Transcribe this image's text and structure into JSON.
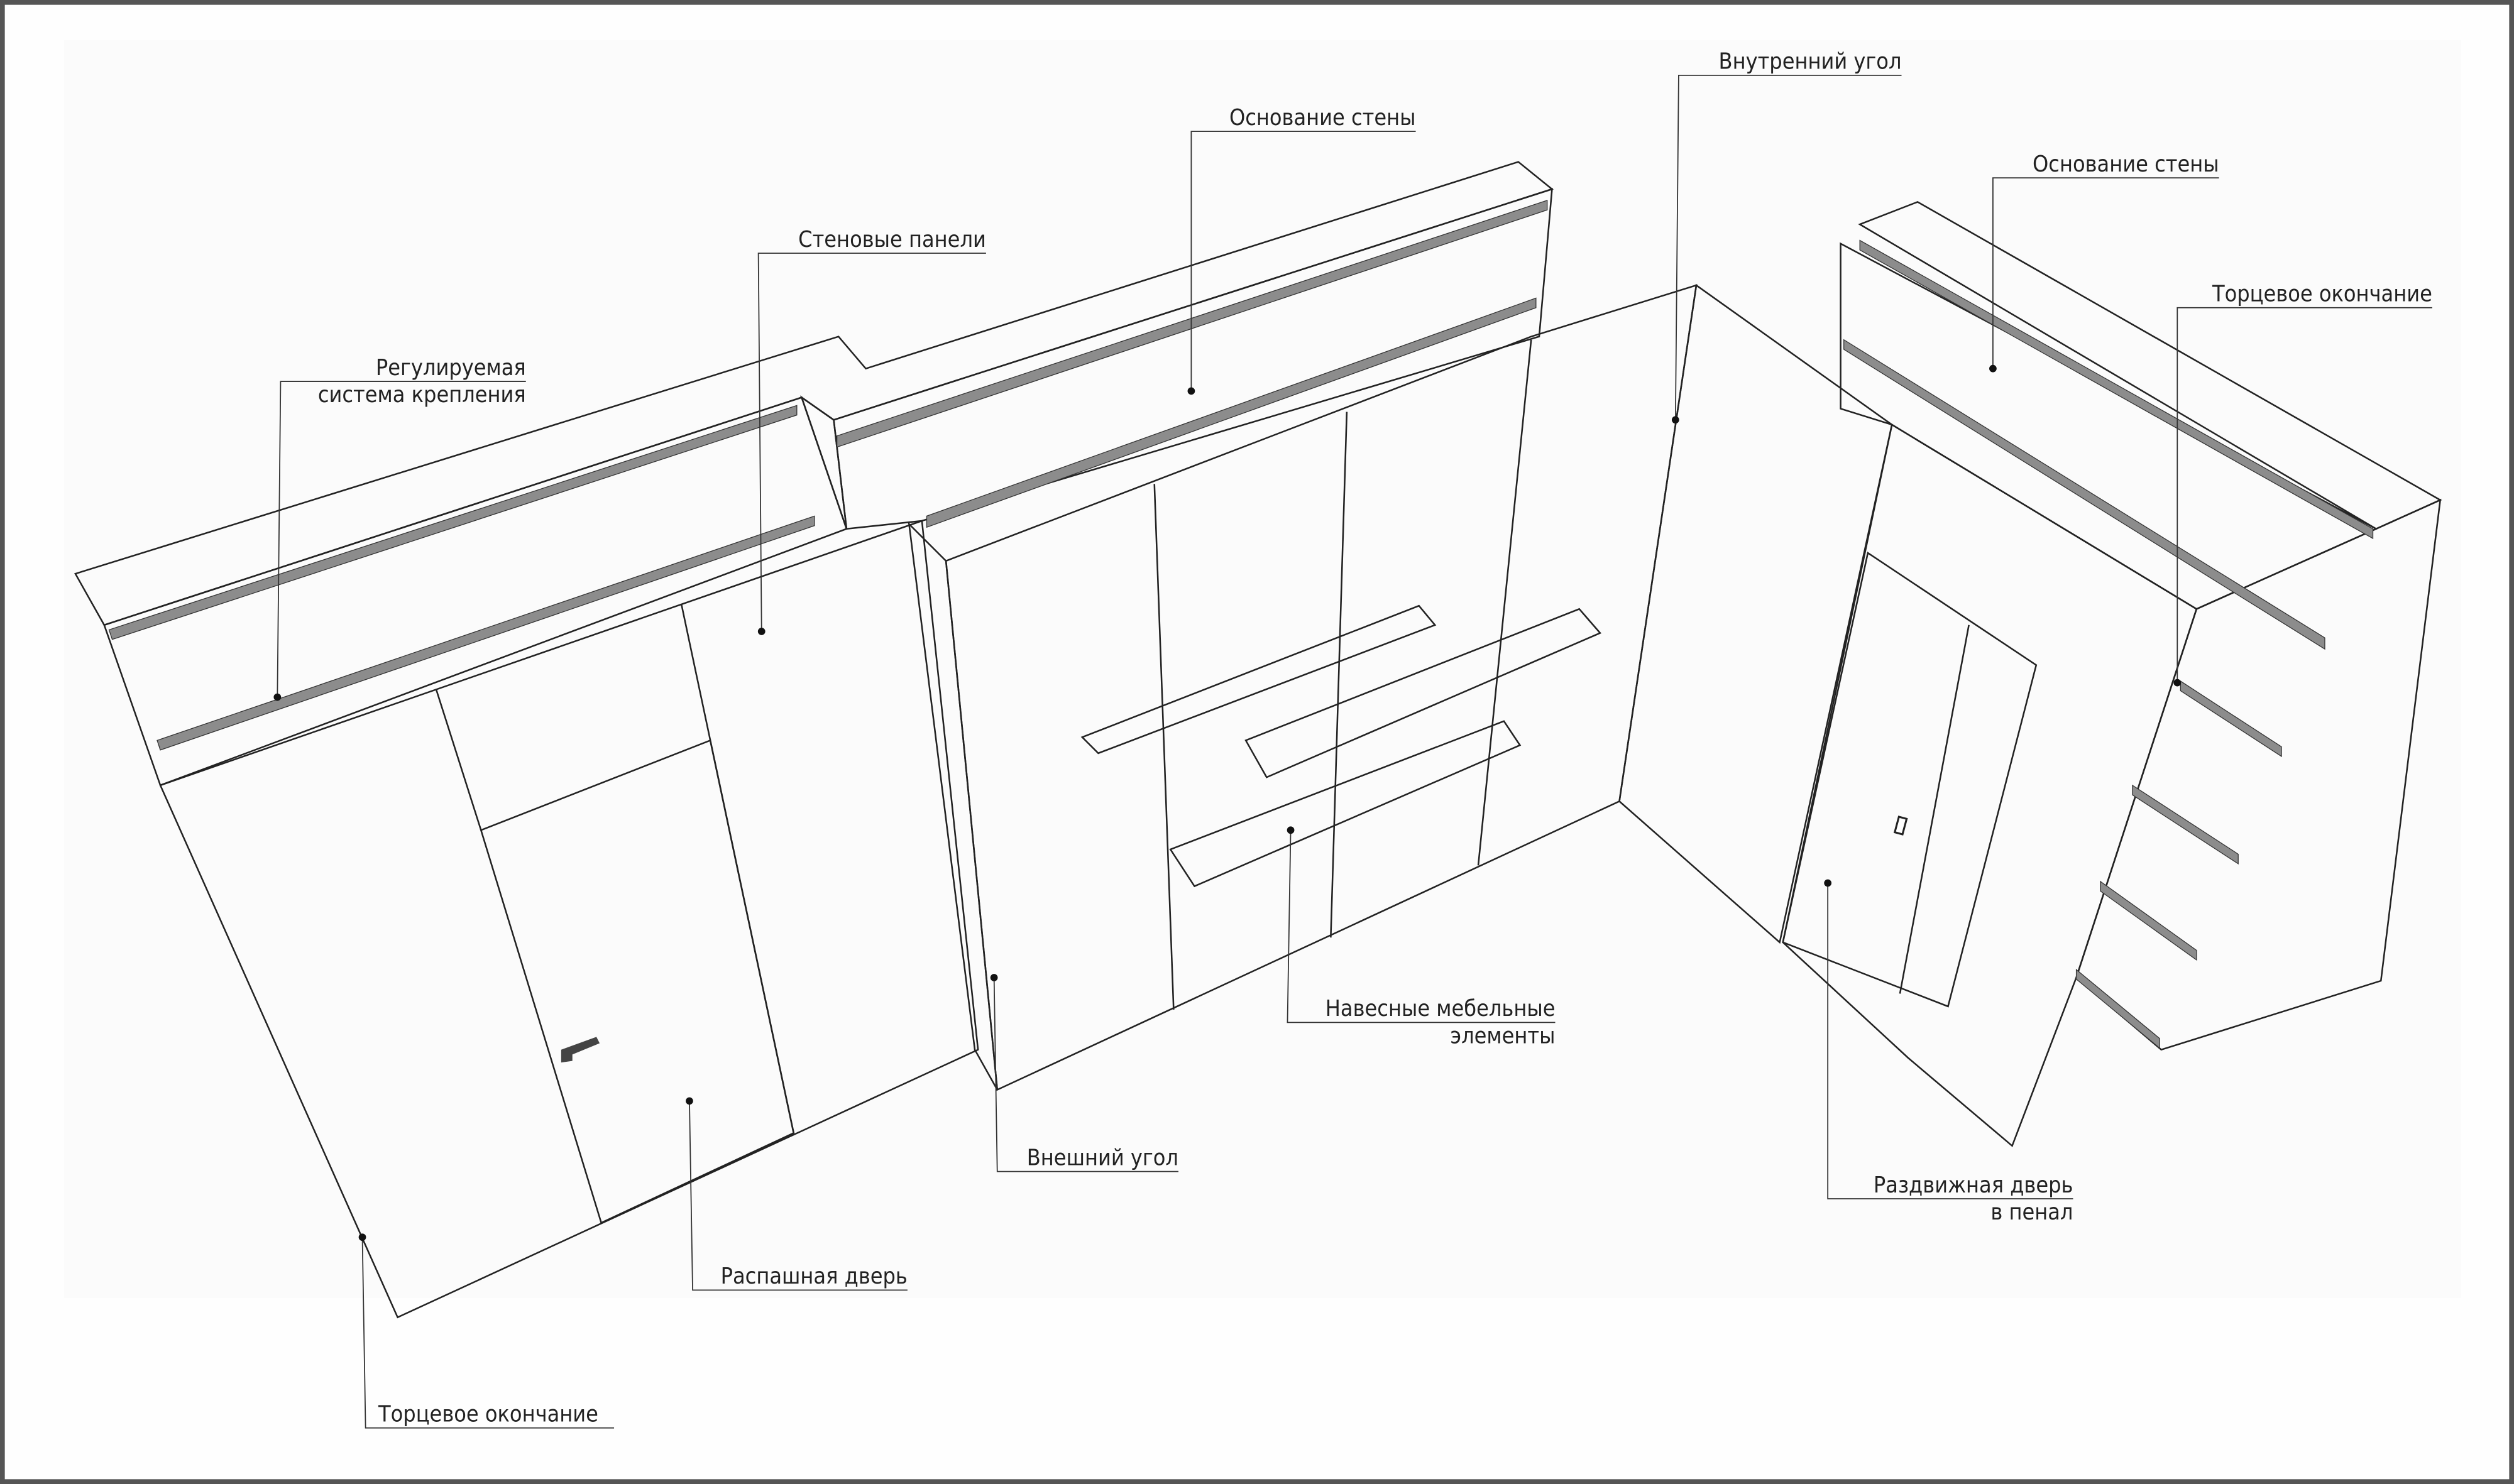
{
  "labels": {
    "fixing_system": [
      "Регулируемая",
      "система крепления"
    ],
    "wall_panels": "Стеновые панели",
    "wall_base_1": "Основание стены",
    "inner_corner": "Внутренний угол",
    "wall_base_2": "Основание стены",
    "end_finish_right": "Торцевое окончание",
    "hanging_furniture": [
      "Навесные мебельные",
      "элементы"
    ],
    "outer_corner": "Внешний угол",
    "sliding_door": [
      "Раздвижная дверь",
      "в пенал"
    ],
    "swing_door": "Распашная дверь",
    "end_finish_left": "Торцевое окончание"
  },
  "colors": {
    "frame": "#555555",
    "cap": "#9a9a9a",
    "brick": "#ececec",
    "rail": "#8c8c8c",
    "shelf": "#a8a8a8",
    "panel": "#fdfdfd"
  }
}
